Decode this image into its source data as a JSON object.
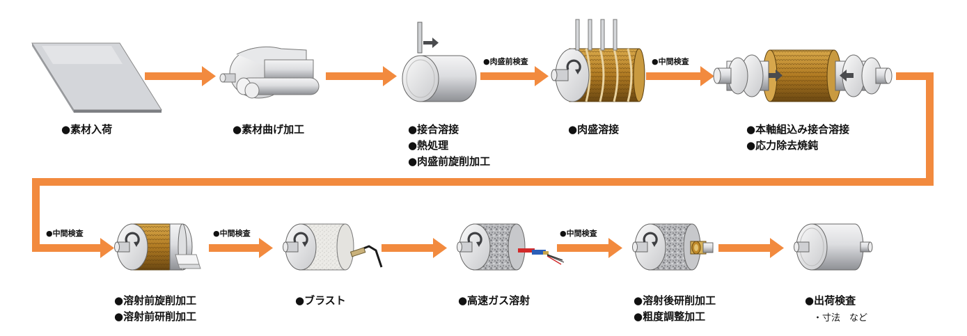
{
  "steps": [
    {
      "lines": [
        "●素材入荷"
      ]
    },
    {
      "lines": [
        "●素材曲げ加工"
      ]
    },
    {
      "lines": [
        "●接合溶接",
        "●熱処理",
        "●肉盛前旋削加工"
      ]
    },
    {
      "lines": [
        "●肉盛溶接"
      ]
    },
    {
      "lines": [
        "●本軸組込み接合溶接",
        "●応力除去焼鈍"
      ]
    },
    {
      "lines": [
        "●溶射前旋削加工",
        "●溶射前研削加工"
      ]
    },
    {
      "lines": [
        "●ブラスト"
      ]
    },
    {
      "lines": [
        "●高速ガス溶射"
      ]
    },
    {
      "lines": [
        "●溶射後研削加工",
        "●粗度調整加工"
      ]
    },
    {
      "lines": [
        "●出荷検査"
      ],
      "note": "・寸法　など"
    }
  ],
  "arrow_labels": [
    "●肉盛前検査",
    "●中間検査",
    "●中間検査",
    "●中間検査",
    "●中間検査"
  ],
  "colors": {
    "arrow": "#f28a3e",
    "metal": "#d9dadc",
    "weld": "#b8862b",
    "dark": "#555555"
  }
}
